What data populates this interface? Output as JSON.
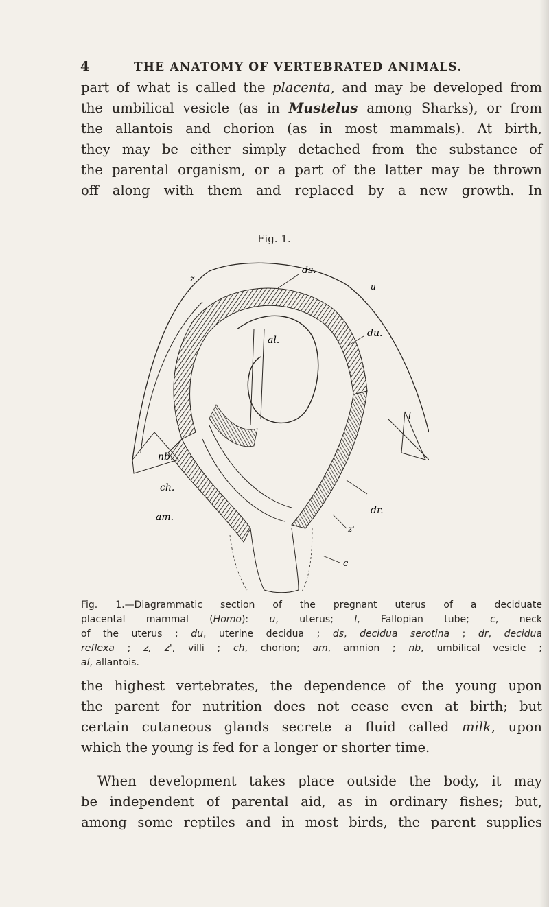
{
  "header": {
    "page_number": "4",
    "running_title": "THE ANATOMY OF VERTEBRATED ANIMALS."
  },
  "para1": {
    "l1a": "part of what is called the ",
    "l1em": "placenta",
    "l1b": ", and may be developed from",
    "l2a": "the umbilical vesicle (as in ",
    "l2em": "Mustelus",
    "l2b": " among Sharks), or from",
    "l3": "the allantois and chorion (as in most mammals). At birth,",
    "l4": "they may be either simply detached from the substance of",
    "l5": "the parental organism, or a part of the latter may be thrown",
    "l6": "off along with them and replaced by a new growth. In"
  },
  "figure": {
    "heading": "Fig. 1.",
    "labels": {
      "ds": "ds.",
      "z": "z",
      "u": "u",
      "du": "du.",
      "al": "al.",
      "l": "l",
      "nb": "nb.",
      "ch": "ch.",
      "am": "am.",
      "dr": "dr.",
      "z2": "z'",
      "c": "c"
    }
  },
  "caption": {
    "l1": "Fig. 1.—Diagrammatic section of the pregnant uterus of a deciduate",
    "l2a": "placental mammal (",
    "l2em1": "Homo",
    "l2b": "): ",
    "l2em2": "u",
    "l2c": ", uterus; ",
    "l2em3": "l",
    "l2d": ", Fallopian tube; ",
    "l2em4": "c",
    "l2e": ", neck",
    "l3a": "of the uterus ; ",
    "l3em1": "du",
    "l3b": ", uterine decidua ; ",
    "l3em2": "ds",
    "l3c": ", ",
    "l3em3": "decidua serotina",
    "l3d": " ; ",
    "l3em4": "dr",
    "l3e": ", ",
    "l3em5": "decidua",
    "l4em1": "reflexa",
    "l4a": " ; ",
    "l4em2": "z, z'",
    "l4b": ", villi ; ",
    "l4em3": "ch",
    "l4c": ", chorion; ",
    "l4em4": "am",
    "l4d": ", amnion ; ",
    "l4em5": "nb",
    "l4e": ", umbilical vesicle ;",
    "l5em": "al",
    "l5a": ", allantois."
  },
  "para2": {
    "l1": "the highest vertebrates, the dependence of the young upon",
    "l2": "the parent for nutrition does not cease even at birth; but",
    "l3": "certain cutaneous glands secrete a fluid called ",
    "l3em": "milk",
    "l3b": ", upon",
    "l4": "which the young is fed for a longer or shorter time."
  },
  "para3": {
    "l1": "When development takes place outside the body, it may",
    "l2": "be independent of parental aid, as in ordinary fishes; but,",
    "l3": "among some reptiles and in most birds, the parent supplies"
  }
}
